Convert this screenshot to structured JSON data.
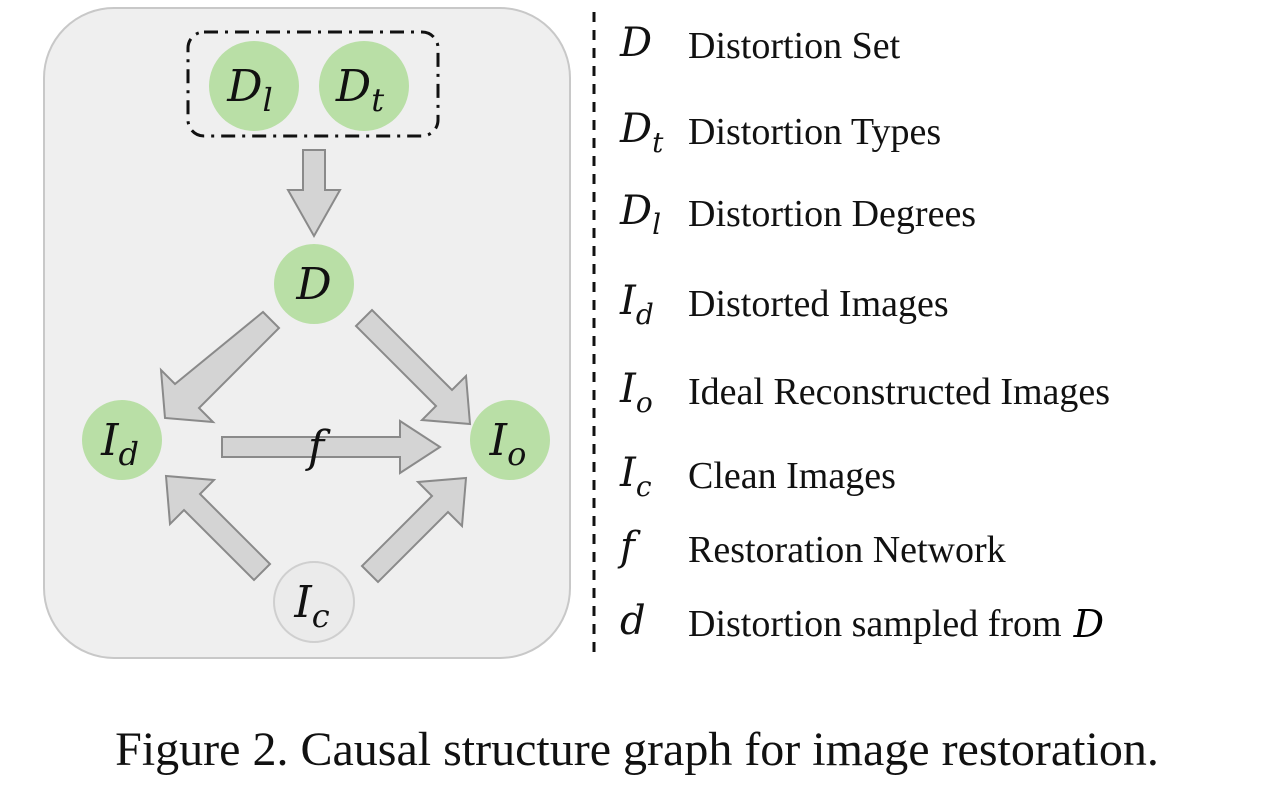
{
  "graph": {
    "nodes": {
      "dl": {
        "base": "D",
        "sub": "l"
      },
      "dt": {
        "base": "D",
        "sub": "t"
      },
      "d": {
        "base": "D",
        "sub": ""
      },
      "id": {
        "base": "I",
        "sub": "d"
      },
      "io": {
        "base": "I",
        "sub": "o"
      },
      "ic": {
        "base": "I",
        "sub": "c"
      }
    },
    "edge_label_f": "f",
    "colors": {
      "panel_fill": "#efefef",
      "panel_stroke": "#c8c8c8",
      "node_green": "#b9dfa6",
      "node_gray": "#ebebeb",
      "arrow_fill": "#d4d4d4",
      "arrow_stroke": "#8a8a8a"
    }
  },
  "legend": [
    {
      "sym": "D",
      "sub": "",
      "desc": "Distortion Set"
    },
    {
      "sym": "D",
      "sub": "t",
      "desc": "Distortion Types"
    },
    {
      "sym": "D",
      "sub": "l",
      "desc": "Distortion Degrees"
    },
    {
      "sym": "I",
      "sub": "d",
      "desc": "Distorted Images"
    },
    {
      "sym": "I",
      "sub": "o",
      "desc": "Ideal Reconstructed Images"
    },
    {
      "sym": "I",
      "sub": "c",
      "desc": "Clean Images"
    },
    {
      "sym": "f",
      "sub": "",
      "desc": "Restoration Network"
    },
    {
      "sym": "d",
      "sub": "",
      "desc": "Distortion sampled from",
      "inline_sym": "D"
    }
  ],
  "caption": "Figure 2. Causal structure graph for image restoration."
}
